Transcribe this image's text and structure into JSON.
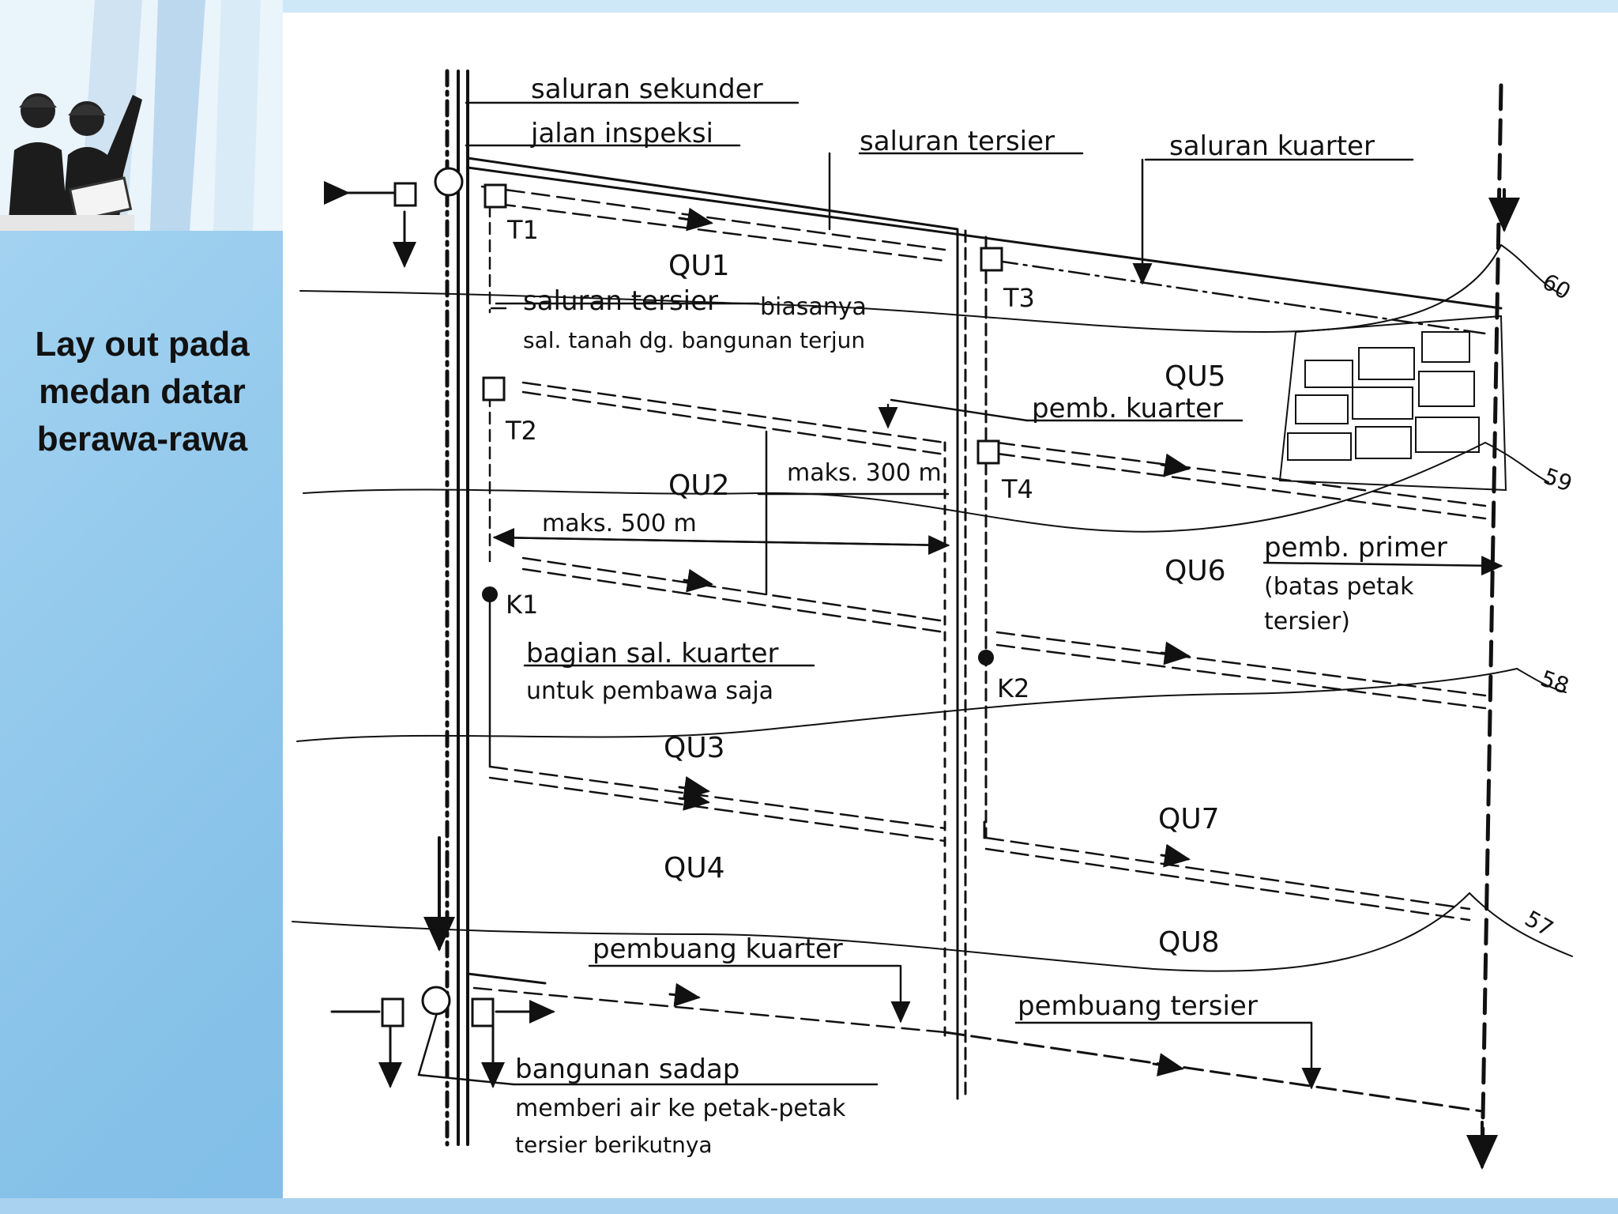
{
  "sidebar": {
    "title_lines": [
      "Lay out pada",
      "medan datar",
      "berawa-rawa"
    ]
  },
  "diagram": {
    "labels": {
      "saluran_sekunder": "saluran sekunder",
      "jalan_inspeksi": "jalan inspeksi",
      "saluran_tersier": "saluran tersier",
      "saluran_kuarter": "saluran kuarter",
      "saluran_tersier_2": "saluran tersier",
      "biasanya": "biasanya",
      "sal_tanah": "sal. tanah dg. bangunan terjun",
      "pemb_kuarter": "pemb. kuarter",
      "maks_300": "maks. 300 m",
      "maks_500": "maks. 500 m",
      "pemb_primer": "pemb. primer",
      "batas_petak": "(batas petak",
      "tersier_close": "tersier)",
      "bagian_sal": "bagian sal. kuarter",
      "untuk_pembawa": "untuk pembawa saja",
      "pembuang_kuarter": "pembuang kuarter",
      "pembuang_tersier": "pembuang tersier",
      "bangunan_sadap": "bangunan sadap",
      "memberi_air": "memberi air ke petak-petak",
      "tersier_berikutnya": "tersier berikutnya"
    },
    "nodes": {
      "T1": "T1",
      "T2": "T2",
      "T3": "T3",
      "T4": "T4",
      "K1": "K1",
      "K2": "K2"
    },
    "units": {
      "QU1": "QU1",
      "QU2": "QU2",
      "QU3": "QU3",
      "QU4": "QU4",
      "QU5": "QU5",
      "QU6": "QU6",
      "QU7": "QU7",
      "QU8": "QU8"
    },
    "contours": {
      "c60": "60",
      "c59": "59",
      "c58": "58",
      "c57": "57"
    }
  }
}
